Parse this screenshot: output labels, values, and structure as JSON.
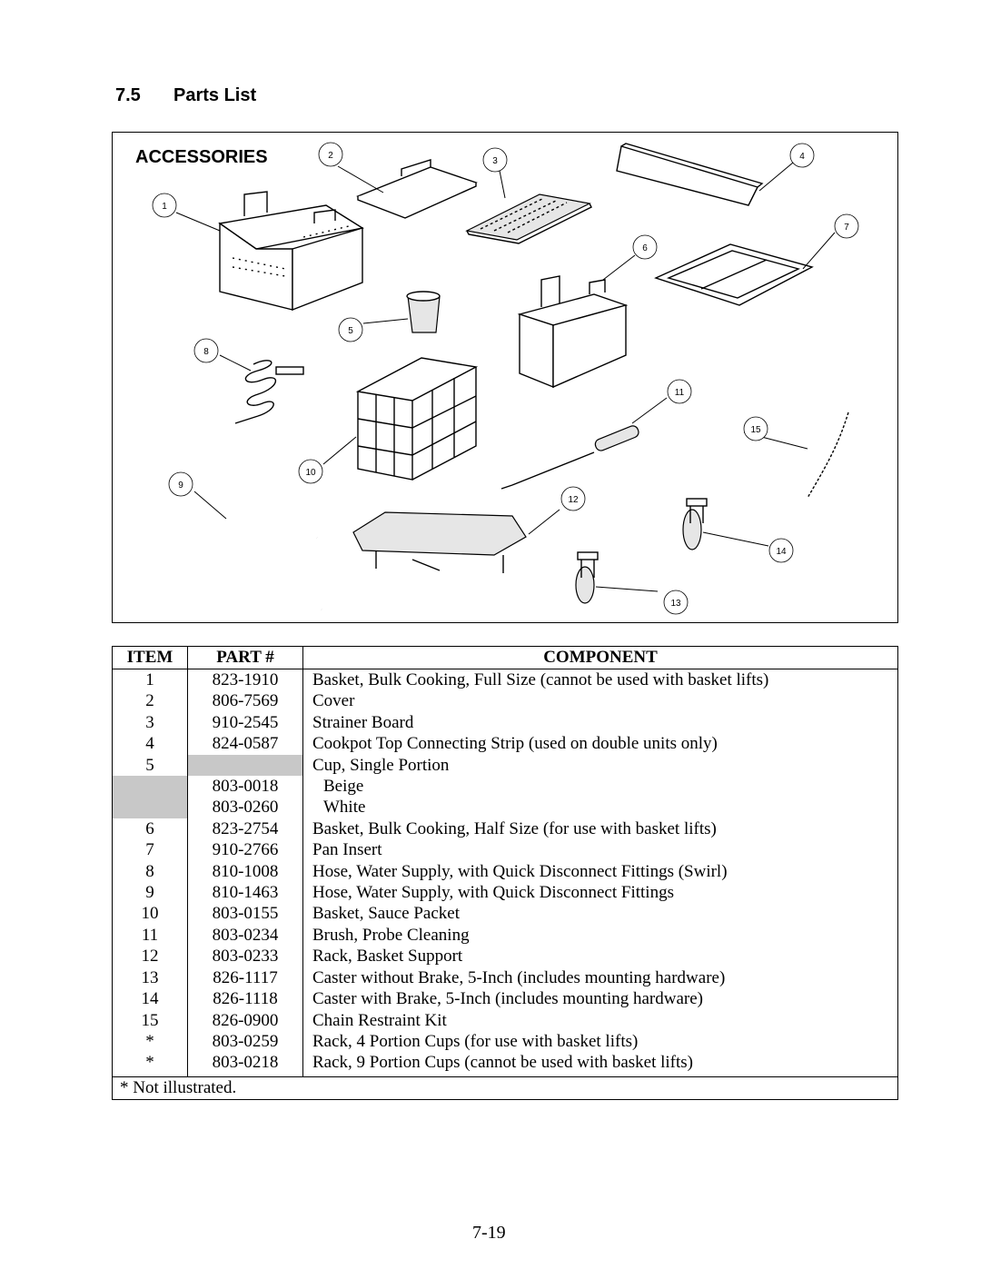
{
  "section": {
    "number": "7.5",
    "title": "Parts List"
  },
  "figure": {
    "title": "ACCESSORIES",
    "callouts": [
      "1",
      "2",
      "3",
      "4",
      "5",
      "6",
      "7",
      "8",
      "9",
      "10",
      "11",
      "12",
      "13",
      "14",
      "15"
    ]
  },
  "table": {
    "headers": {
      "item": "ITEM",
      "part": "PART #",
      "component": "COMPONENT"
    },
    "rows": [
      {
        "item": "1",
        "part": "823-1910",
        "component": "Basket, Bulk Cooking, Full Size (cannot be used with basket lifts)"
      },
      {
        "item": "2",
        "part": "806-7569",
        "component": "Cover"
      },
      {
        "item": "3",
        "part": "910-2545",
        "component": "Strainer Board"
      },
      {
        "item": "4",
        "part": "824-0587",
        "component": "Cookpot Top Connecting Strip (used on double units only)"
      },
      {
        "item": "5",
        "part": "",
        "component": "Cup, Single Portion"
      },
      {
        "item": "",
        "part": "803-0018",
        "component": "Beige"
      },
      {
        "item": "",
        "part": "803-0260",
        "component": "White"
      },
      {
        "item": "6",
        "part": "823-2754",
        "component": "Basket, Bulk Cooking, Half Size (for use with basket lifts)"
      },
      {
        "item": "7",
        "part": "910-2766",
        "component": "Pan Insert"
      },
      {
        "item": "8",
        "part": "810-1008",
        "component": "Hose, Water Supply, with Quick Disconnect Fittings (Swirl)"
      },
      {
        "item": "9",
        "part": "810-1463",
        "component": "Hose, Water Supply, with Quick Disconnect Fittings"
      },
      {
        "item": "10",
        "part": "803-0155",
        "component": "Basket, Sauce Packet"
      },
      {
        "item": "11",
        "part": "803-0234",
        "component": "Brush, Probe Cleaning"
      },
      {
        "item": "12",
        "part": "803-0233",
        "component": "Rack, Basket Support"
      },
      {
        "item": "13",
        "part": "826-1117",
        "component": "Caster without Brake, 5-Inch (includes mounting hardware)"
      },
      {
        "item": "14",
        "part": "826-1118",
        "component": "Caster with Brake, 5-Inch (includes mounting hardware)"
      },
      {
        "item": "15",
        "part": "826-0900",
        "component": "Chain Restraint Kit"
      },
      {
        "item": "*",
        "part": "803-0259",
        "component": "Rack, 4 Portion Cups (for use with basket lifts)"
      },
      {
        "item": "*",
        "part": "803-0218",
        "component": "Rack, 9 Portion Cups (cannot be used with basket lifts)"
      }
    ],
    "footnote": "* Not illustrated."
  },
  "page_number": "7-19"
}
